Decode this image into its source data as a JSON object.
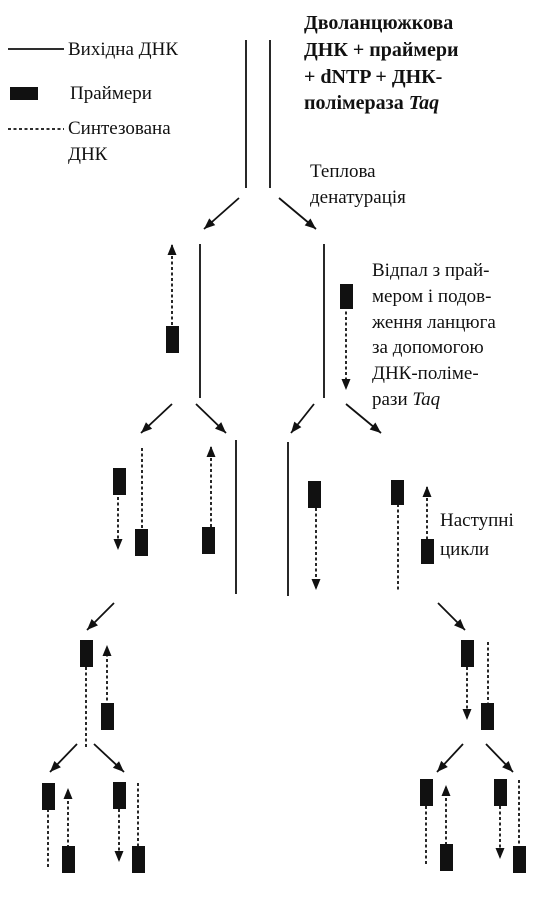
{
  "legend": {
    "original_dna": "Вихідна ДНК",
    "primers": "Праймери",
    "synthesized_line1": "Синтезована",
    "synthesized_line2": "ДНК"
  },
  "reaction_mix": {
    "line1": "Дволанцюжкова",
    "line2": "ДНК + праймери",
    "line3": "+ dNTP + ДНК-",
    "line4_prefix": "полімераза ",
    "line4_italic": "Taq"
  },
  "denaturation": {
    "line1": "Теплова",
    "line2": "денатурація"
  },
  "annealing": {
    "line1": "Відпал з прай-",
    "line2": "мером і подов-",
    "line3": "ження ланцюга",
    "line4": "за допомогою",
    "line5": "ДНК-полімe-",
    "line6_prefix": "рази ",
    "line6_italic": "Taq"
  },
  "next_cycles": {
    "line1": "Наступні",
    "line2": "цикли"
  },
  "colors": {
    "ink": "#111111",
    "background": "#ffffff"
  }
}
